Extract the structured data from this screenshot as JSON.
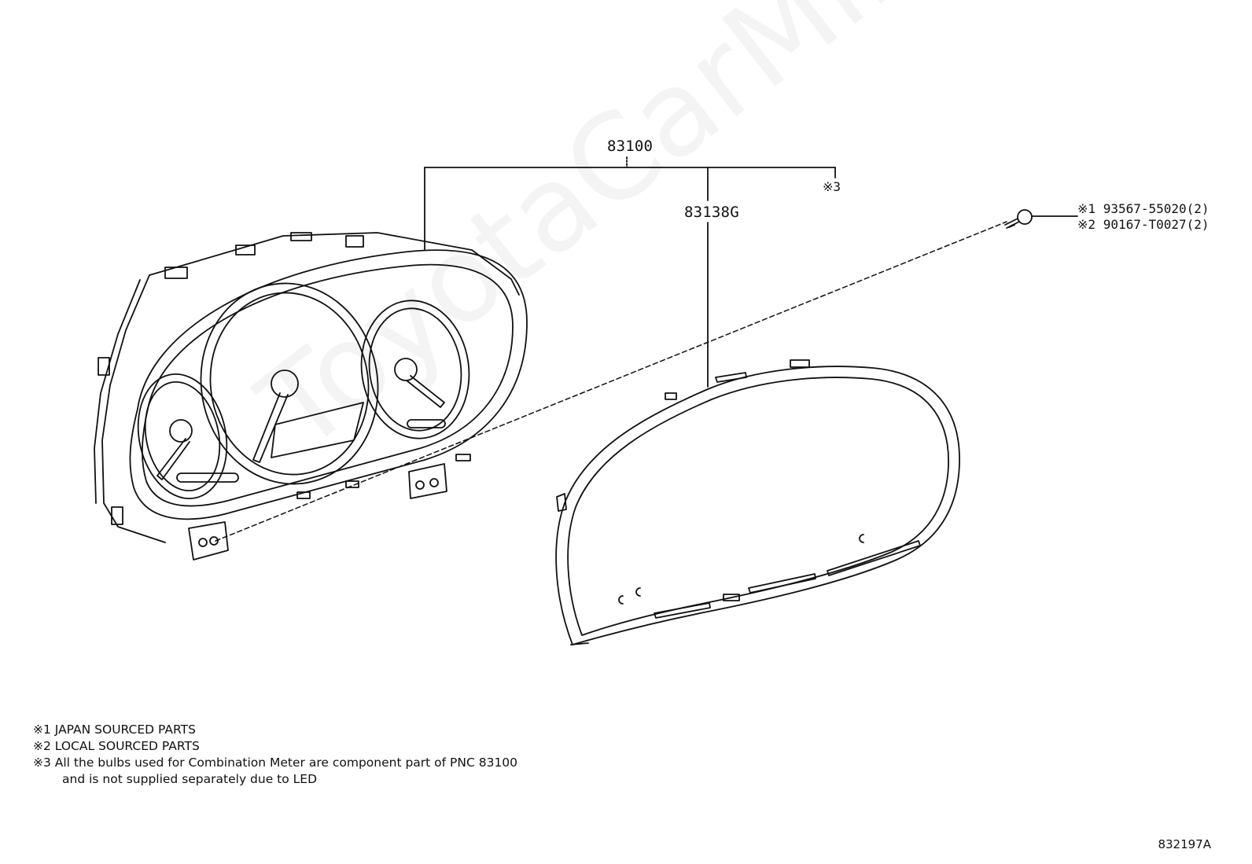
{
  "watermark": "ToyotaCarMine.ru",
  "parts": {
    "main_assembly": "83100",
    "glass": "83138G",
    "note3_mark": "※3"
  },
  "screws": [
    {
      "mark": "※1",
      "part": "93567-55020(2)"
    },
    {
      "mark": "※2",
      "part": "90167-T0027(2)"
    }
  ],
  "notes": [
    "※1 JAPAN SOURCED PARTS",
    "※2 LOCAL SOURCED PARTS",
    "※3 All the bulbs used for Combination Meter are component part of PNC 83100",
    "and is not supplied separately due to LED"
  ],
  "illustration_code": "832197A"
}
